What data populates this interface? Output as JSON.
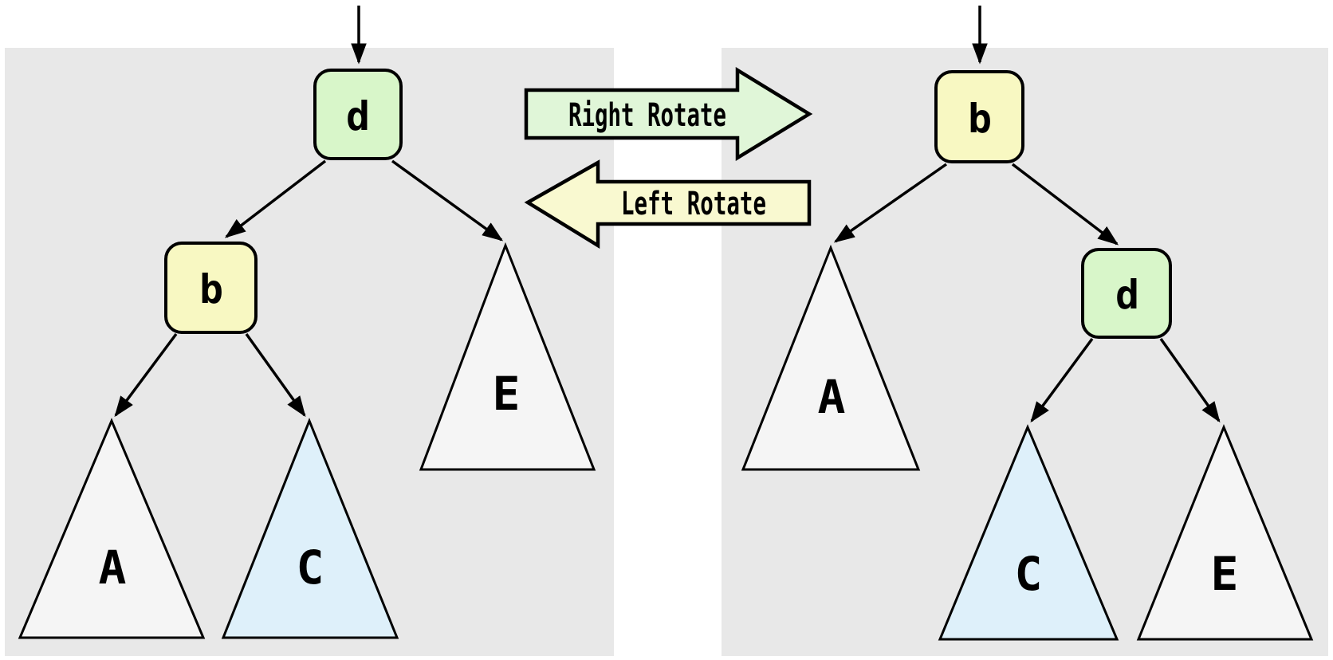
{
  "left_tree": {
    "root_label": "d",
    "left_child_label": "b",
    "subtree_a": "A",
    "subtree_c": "C",
    "subtree_e": "E"
  },
  "right_tree": {
    "root_label": "b",
    "right_child_label": "d",
    "subtree_a": "A",
    "subtree_c": "C",
    "subtree_e": "E"
  },
  "rotate_arrows": {
    "right_label": "Right Rotate",
    "left_label": "Left Rotate"
  },
  "colors": {
    "panel_gray": "#e8e8e8",
    "node_green": "#d8f6c9",
    "node_yellow": "#f8f8c2",
    "subtree_white": "#f5f5f5",
    "subtree_blue": "#def0fa",
    "arrow_green": "#e0f6d8",
    "arrow_yellow": "#f9f9d0"
  }
}
